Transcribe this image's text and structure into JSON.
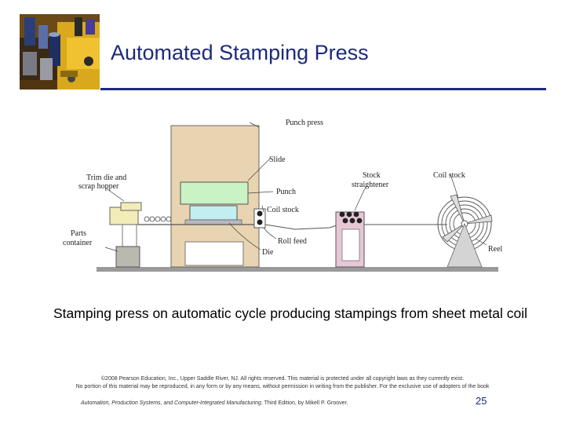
{
  "slide": {
    "title": "Automated Stamping Press",
    "caption": "Stamping press on automatic cycle producing stampings from sheet metal coil",
    "copyright_line1": "©2008 Pearson Education, Inc., Upper Saddle River, NJ. All rights reserved. This material is protected under all copyright laws as they currently exist.",
    "copyright_line2": "No portion of this material may be reproduced, in any form or by any means, without permission in writing from the publisher. For the exclusive use of adopters of the book",
    "book_title": "Automation, Production Systems, and Computer-Integrated Manufacturing",
    "book_suffix": ", Third Edition, by Mikell P. Groover.",
    "page_number": "25"
  },
  "diagram": {
    "labels": {
      "punch_press": "Punch press",
      "slide": "Slide",
      "trim_die_line1": "Trim die and",
      "trim_die_line2": "scrap hopper",
      "punch": "Punch",
      "stock_line1": "Stock",
      "stock_line2": "straightener",
      "coil_stock": "Coil stock",
      "coil_stock_strip": "Coil stock",
      "parts_line1": "Parts",
      "parts_line2": "container",
      "roll_feed": "Roll feed",
      "die": "Die",
      "reel": "Reel"
    }
  },
  "colors": {
    "title": "#1d2a7c",
    "press_body": "#e8d4b0",
    "punch_fill": "#c9f2c5",
    "die_fill": "#c2eef2",
    "straightener": "#e7c7d6",
    "hopper": "#f2ecb8",
    "parts_container": "#b9b9b0"
  }
}
